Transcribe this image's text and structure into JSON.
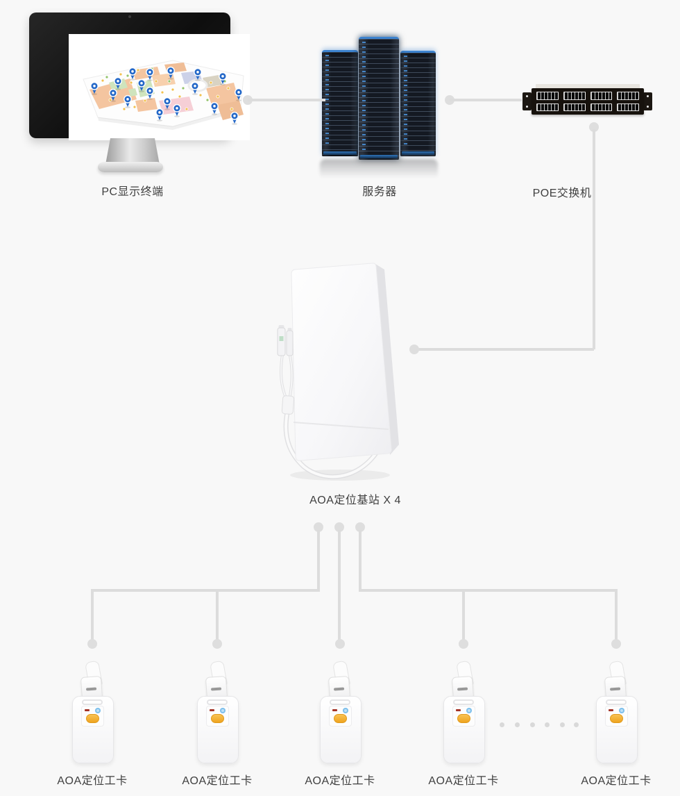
{
  "page": {
    "background": "#f8f8f8"
  },
  "colors": {
    "connector_line": "#dcdcdc",
    "junction_dot": "#dedede",
    "label_text": "#3f3f3f",
    "server_accent_blue": "#3d83cf",
    "badge_button_orange": "#f3ae2b",
    "map_pin_blue": "#2468c8"
  },
  "icons": {
    "map_pin": "blue location pin on facility map",
    "junction_dot": "gray circle connector endpoint",
    "ellipsis_dots": "six gray dots meaning more devices"
  },
  "nodes": {
    "monitor": {
      "label": "PC显示终端"
    },
    "server": {
      "label": "服务器"
    },
    "poe_switch": {
      "label": "POE交换机"
    },
    "base_station": {
      "label": "AOA定位基站 X 4"
    },
    "cards": [
      {
        "label": "AOA定位工卡"
      },
      {
        "label": "AOA定位工卡"
      },
      {
        "label": "AOA定位工卡"
      },
      {
        "label": "AOA定位工卡"
      },
      {
        "label": "AOA定位工卡"
      }
    ]
  },
  "links": [
    {
      "from": "PC显示终端",
      "to": "服务器"
    },
    {
      "from": "服务器",
      "to": "POE交换机"
    },
    {
      "from": "POE交换机",
      "to": "AOA定位基站 X 4"
    },
    {
      "from": "AOA定位基站 X 4",
      "to": "AOA定位工卡 ×5"
    }
  ]
}
